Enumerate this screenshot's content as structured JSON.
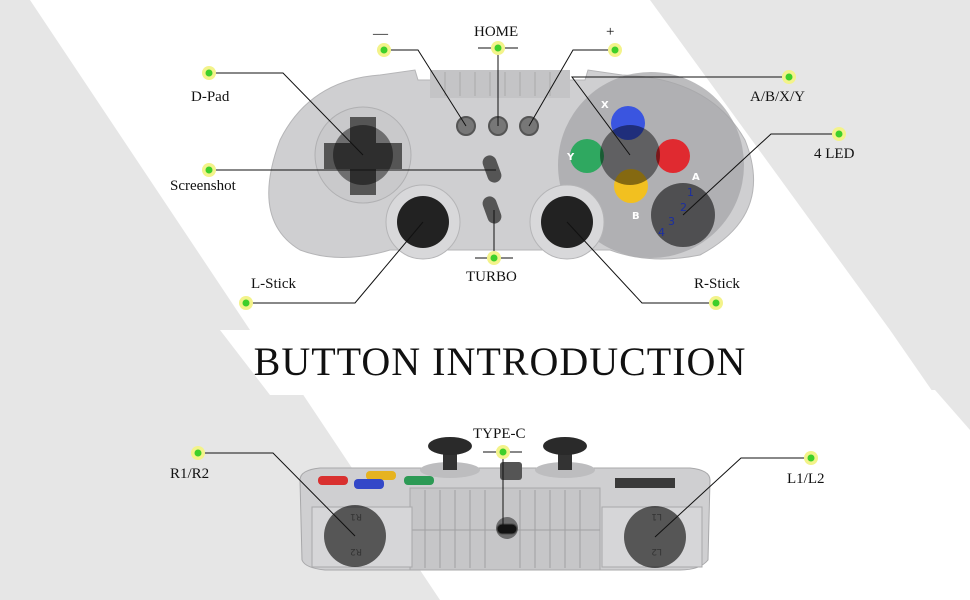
{
  "title": "BUTTON INTRODUCTION",
  "colors": {
    "background_band": "#e6e6e6",
    "marker": "#3ecf2a",
    "marker_halo": "#f3f38a",
    "controller_body": "#cfcfd1"
  },
  "front_labels": {
    "minus": "—",
    "home": "HOME",
    "plus": "+",
    "dpad": "D-Pad",
    "abxy": "A/B/X/Y",
    "led": "4 LED",
    "screenshot": "Screenshot",
    "turbo": "TURBO",
    "lstick": "L-Stick",
    "rstick": "R-Stick"
  },
  "face_buttons": {
    "x": "X",
    "y": "Y",
    "a": "A",
    "b": "B"
  },
  "led_numbers": [
    "1",
    "2",
    "3",
    "4"
  ],
  "top_labels": {
    "typec": "TYPE-C",
    "r1r2": "R1/R2",
    "l1l2": "L1/L2"
  },
  "trigger_marks": {
    "r1": "R1",
    "r2": "R2",
    "l1": "L1",
    "l2": "L2"
  }
}
